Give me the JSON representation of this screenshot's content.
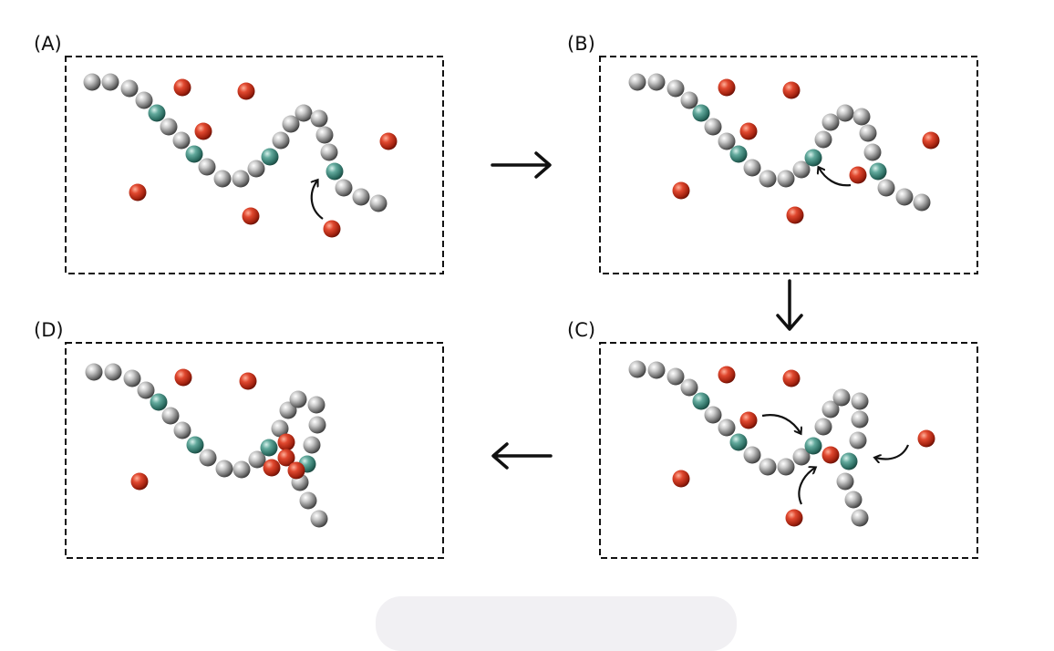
{
  "panels": {
    "a": {
      "label": "(A)"
    },
    "b": {
      "label": "(B)"
    },
    "c": {
      "label": "(C)"
    },
    "d": {
      "label": "(D)"
    }
  },
  "legend_colors": {
    "chain_bead": "#9a9a9a",
    "binding_site": "#3f8a7d",
    "free_particle": "#c8321f",
    "frame": "#111111"
  },
  "flow_arrows": [
    "right",
    "down",
    "left"
  ]
}
